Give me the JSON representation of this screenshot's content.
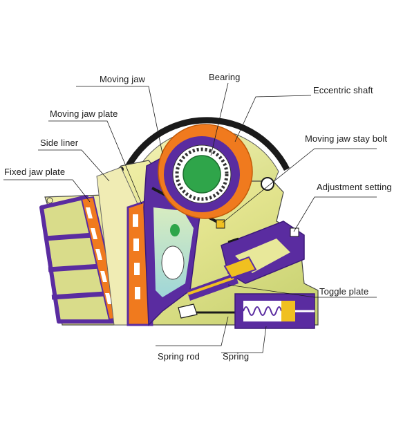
{
  "labels": {
    "moving_jaw": "Moving jaw",
    "bearing": "Bearing",
    "eccentric_shaft": "Eccentric shaft",
    "moving_jaw_plate": "Moving jaw plate",
    "side_liner": "Side liner",
    "moving_jaw_stay_bolt": "Moving jaw stay bolt",
    "fixed_jaw_plate": "Fixed jaw plate",
    "adjustment_setting": "Adjustment setting",
    "toggle_plate": "Toggle plate",
    "spring_rod": "Spring rod",
    "spring": "Spring"
  },
  "colors": {
    "frame_yellow": "#e8e89a",
    "frame_shade": "#c9d27a",
    "purple": "#5a2ca0",
    "orange": "#f07a1e",
    "green": "#2fa54a",
    "light_blue": "#bfe6e8",
    "dark": "#1a1a1a"
  }
}
